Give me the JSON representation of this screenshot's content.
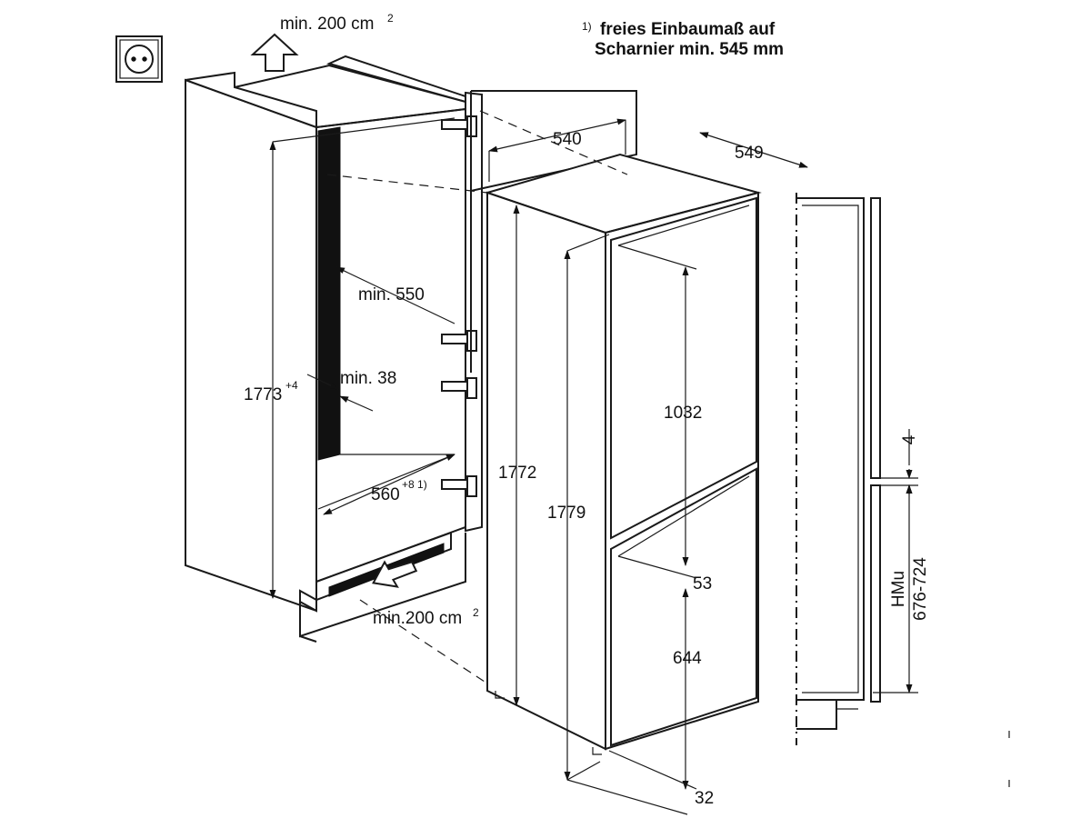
{
  "dimensions": {
    "top_vent": "min. 200 cm",
    "top_vent_sup": "2",
    "bottom_vent": "min.200 cm",
    "bottom_vent_sup": "2",
    "depth_550": "min. 550",
    "gap_38": "min. 38",
    "height_1773": "1773",
    "height_1773_sup": "+4",
    "width_560": "560",
    "width_560_sup": "+8 1)",
    "appliance_depth": "540",
    "appliance_depth_total": "549",
    "appliance_height": "1772",
    "overall_height": "1779",
    "upper_door": "1032",
    "door_gap": "53",
    "lower_door": "644",
    "bottom_offset": "32",
    "gap_4": "4",
    "hmu_label": "HMu",
    "hmu_range": "676-724"
  },
  "footnote": {
    "marker": "1)",
    "line1": "freies Einbaumaß auf",
    "line2": "Scharnier min. 545 mm"
  },
  "icons": {
    "socket": "power-socket-icon",
    "up_arrow": "airflow-up-arrow-icon",
    "in_arrow": "airflow-in-arrow-icon"
  }
}
